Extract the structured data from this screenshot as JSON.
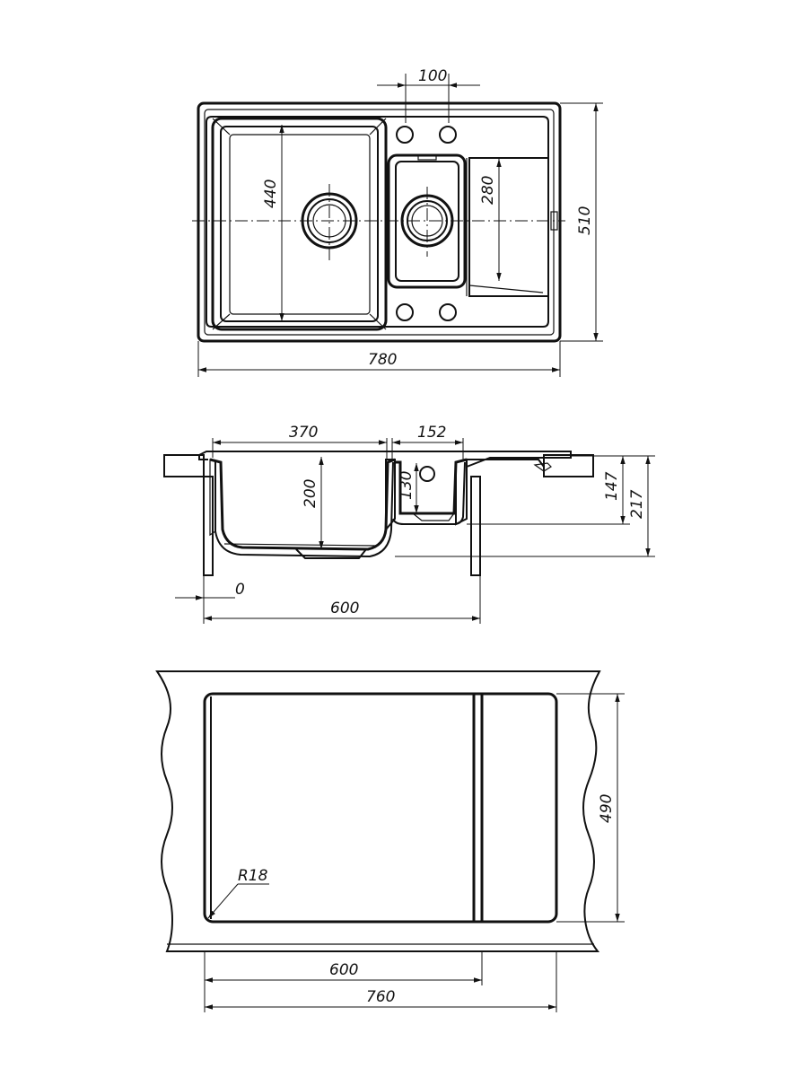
{
  "top_view": {
    "dims": {
      "hole_spacing": "100",
      "main_bowl_depth": "440",
      "small_bowl_depth": "280",
      "overall_depth": "510",
      "overall_width": "780"
    }
  },
  "section_view": {
    "dims": {
      "main_bowl_width": "370",
      "small_bowl_width": "152",
      "main_bowl_height": "200",
      "small_bowl_height": "130",
      "sink_height": "147",
      "total_height": "217",
      "offset": "0",
      "cabinet_width": "600"
    }
  },
  "cutout_view": {
    "dims": {
      "corner_radius": "R18",
      "cutout_depth": "490",
      "cabinet_width": "600",
      "cutout_width": "760"
    }
  }
}
